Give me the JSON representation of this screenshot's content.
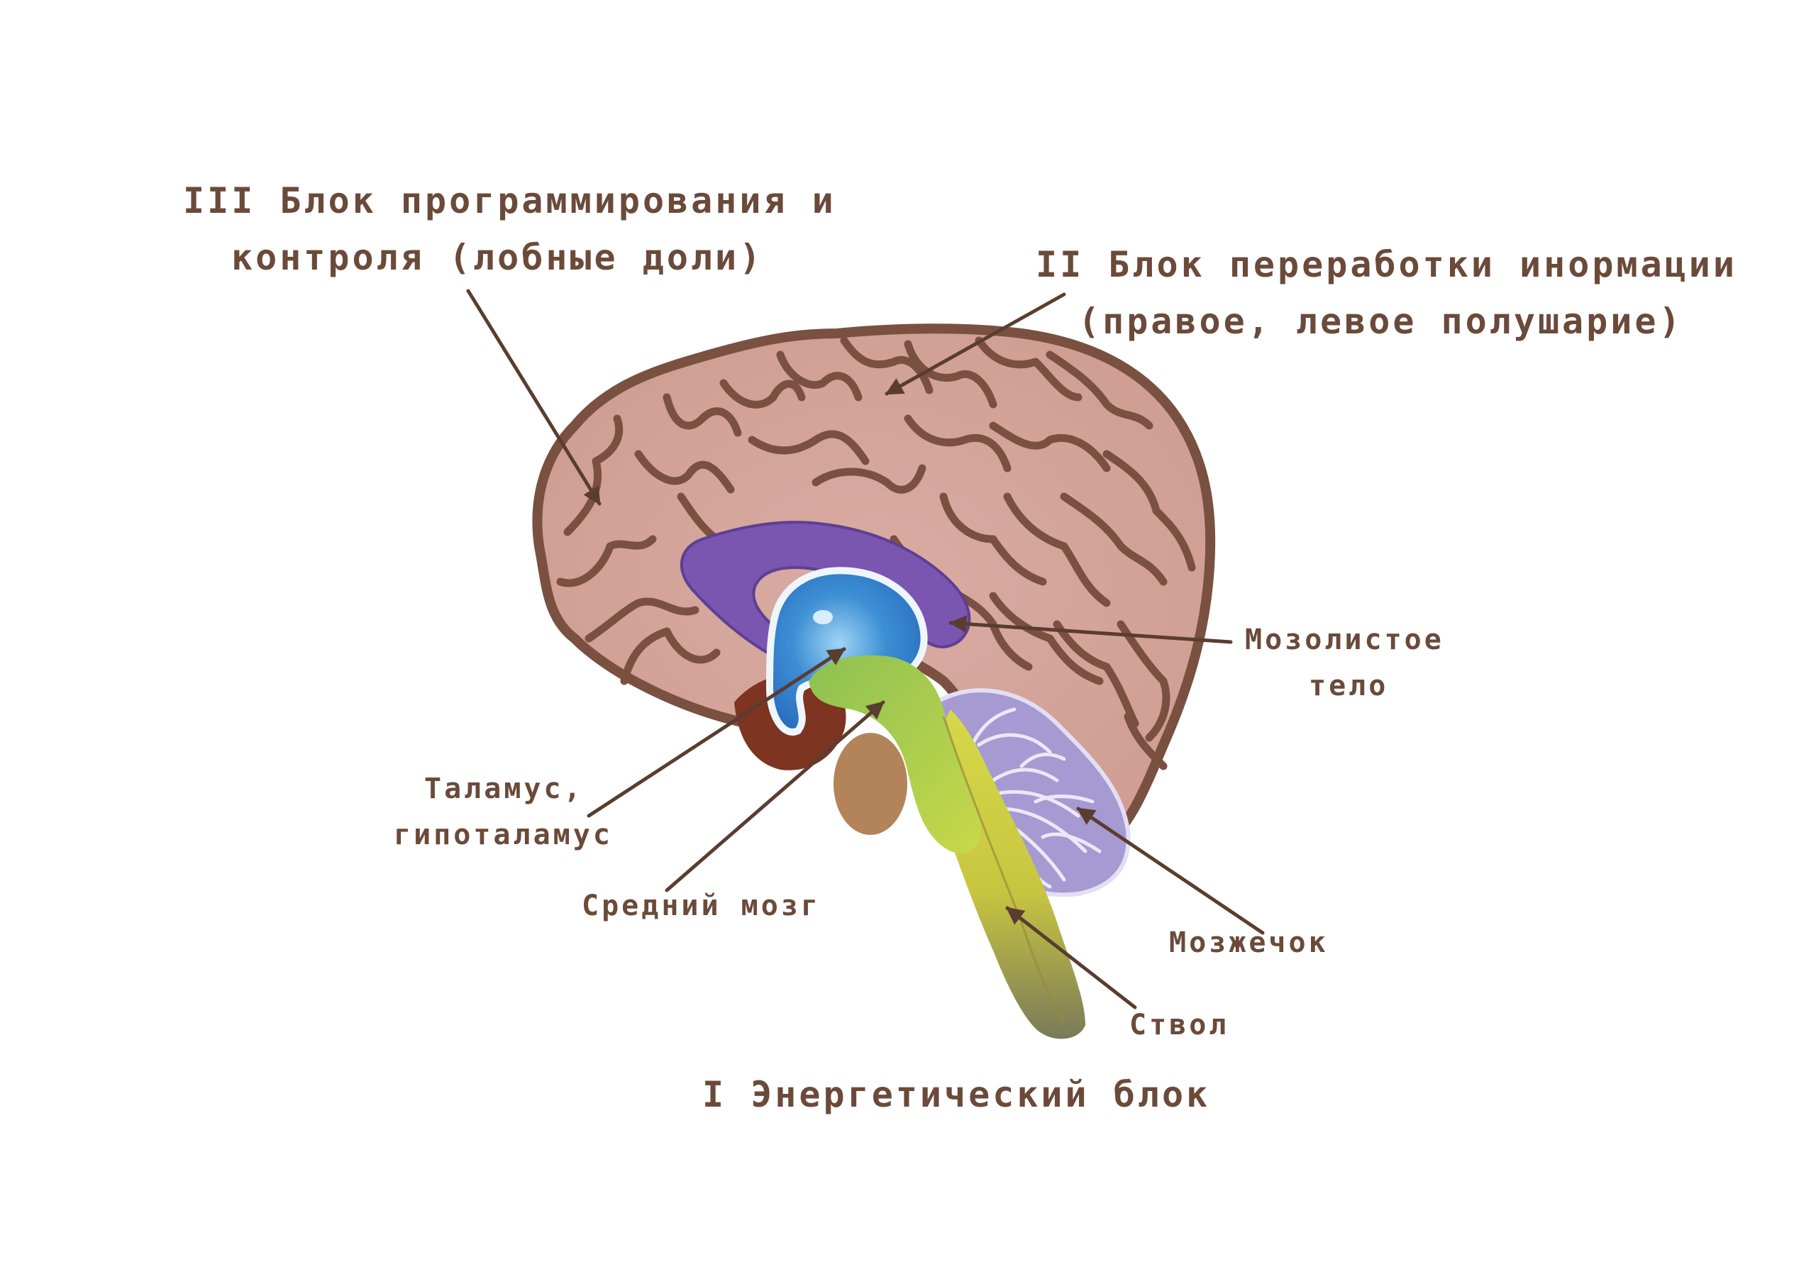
{
  "colors": {
    "text": "#6b4a3a",
    "arrow": "#5a3d30",
    "cortex": "#d4a49a",
    "cortex_outline": "#7a5040",
    "corpus_callosum": "#7a56b0",
    "thalamus": "#3d8fd4",
    "midbrain": "#8dc050",
    "brainstem": "#e0d040",
    "cerebellum": "#a59ad2",
    "pons": "#b3845a",
    "frontal_dark": "#7d3420"
  },
  "labels": {
    "block3_line1": "III Блок программирования и",
    "block3_line2": "контроля (лобные доли)",
    "block2_line1": "II Блок переработки инормации",
    "block2_line2": "(правое, левое полушарие)",
    "corpus_line1": "Мозолистое",
    "corpus_line2": "тело",
    "thalamus_line1": "Таламус,",
    "thalamus_line2": "гипоталамус",
    "midbrain": "Средний мозг",
    "cerebellum": "Мозжечок",
    "stem": "Ствол",
    "block1": "I Энергетический блок"
  }
}
